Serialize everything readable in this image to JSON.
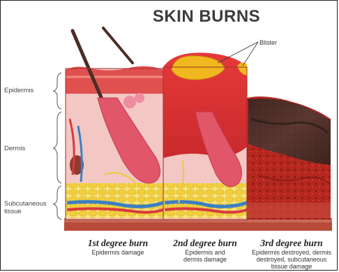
{
  "title": "SKIN BURNS",
  "layers": {
    "epidermis": "Epidermis",
    "dermis": "Dermis",
    "subcutaneous_line1": "Subcutaneous",
    "subcutaneous_line2": "tissue"
  },
  "blister_label": "Blister",
  "burns": [
    {
      "title": "1st degree burn",
      "desc_line1": "Epidermis damage",
      "desc_line2": "",
      "desc_line3": ""
    },
    {
      "title": "2nd degree burn",
      "desc_line1": "Epidermis and",
      "desc_line2": "dermis damage",
      "desc_line3": ""
    },
    {
      "title": "3rd degree burn",
      "desc_line1": "Epidermis destroyed, dermis",
      "desc_line2": "destroyed, subcutaneous",
      "desc_line3": "tissue damage"
    }
  ],
  "colors": {
    "epidermis": "#e0504f",
    "dermis": "#f2c7c4",
    "fat": "#f2d44a",
    "vein": "#3b7fc4",
    "artery": "#d83b3b",
    "blister": "#f0b81e",
    "burned": "#b0261e",
    "charred": "#3a2a25",
    "base": "#b84a3a"
  }
}
